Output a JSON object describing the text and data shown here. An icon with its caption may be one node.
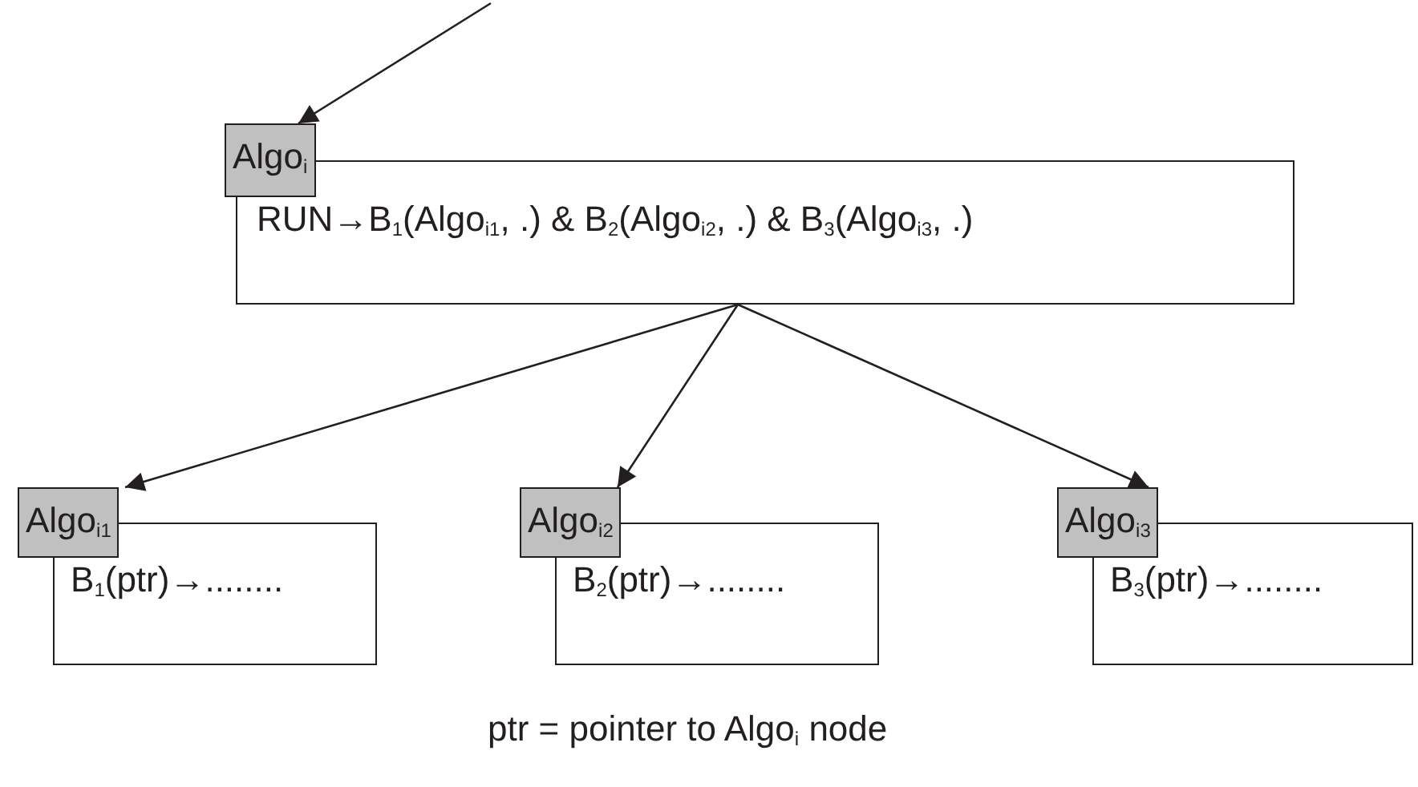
{
  "diagram": {
    "nodes": [
      {
        "text": [
          "Algo$_{i}$",
          "RUN→B$_{1}$(Algo$_{i1}$, .) & B$_{2}$(Algo$_{i2}$, .) & B$_{3}$(Algo$_{i3}$, .)"
        ]
      },
      {
        "text": [
          "Algo$_{i1}$",
          "B$_{1}$(ptr)→........"
        ]
      },
      {
        "text": [
          "Algo$_{i2}$",
          "B$_{2}$(ptr)→........"
        ]
      },
      {
        "text": [
          "Algo$_{i3}$",
          "B$_{3}$(ptr)→........"
        ]
      }
    ],
    "edges": [
      {
        "from": null,
        "to": 0,
        "arrow": "to"
      },
      {
        "from": 0,
        "to": 1,
        "arrow": "to"
      },
      {
        "from": 0,
        "to": 2,
        "arrow": "to"
      },
      {
        "from": 0,
        "to": 3,
        "arrow": "to"
      }
    ],
    "labels": [
      "ptr = pointer to Algo$_{i}$ node"
    ]
  }
}
